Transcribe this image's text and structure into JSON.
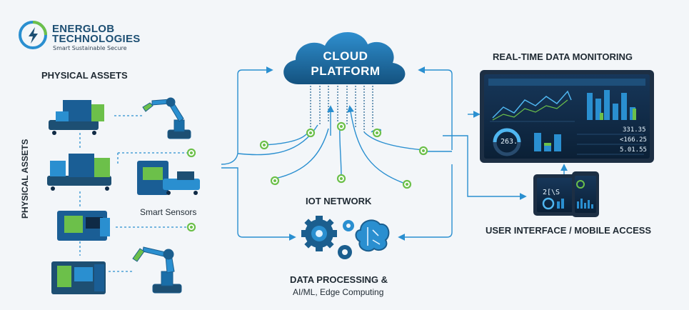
{
  "brand": {
    "name_line1": "ENERGLOB",
    "name_line2": "TECHNOLOGIES",
    "tagline": "Smart Sustainable Secure"
  },
  "labels": {
    "physical_assets_top": "PHYSICAL ASSETS",
    "physical_assets_side": "PHYSICAL ASSETS",
    "smart_sensors": "Smart Sensors",
    "cloud_line1": "CLOUD",
    "cloud_line2": "PLATFORM",
    "iot_network": "IOT NETWORK",
    "data_processing": "DATA PROCESSING &",
    "data_processing_sub": "AI/ML, Edge Computing",
    "realtime_monitoring": "REAL-TIME DATA MONITORING",
    "user_interface": "USER INTERFACE / MOBILE ACCESS"
  },
  "dashboard": {
    "gauge_value": "26З.",
    "row1_value": "331.35",
    "row2_value": "<166.25",
    "row3_value": "5.01.55",
    "tablet_value": "2[\\S"
  },
  "colors": {
    "accent_blue": "#2a8fd0",
    "dark_blue": "#1b5e8e",
    "green": "#6cc04a",
    "screen_bg": "#0f2a45"
  }
}
